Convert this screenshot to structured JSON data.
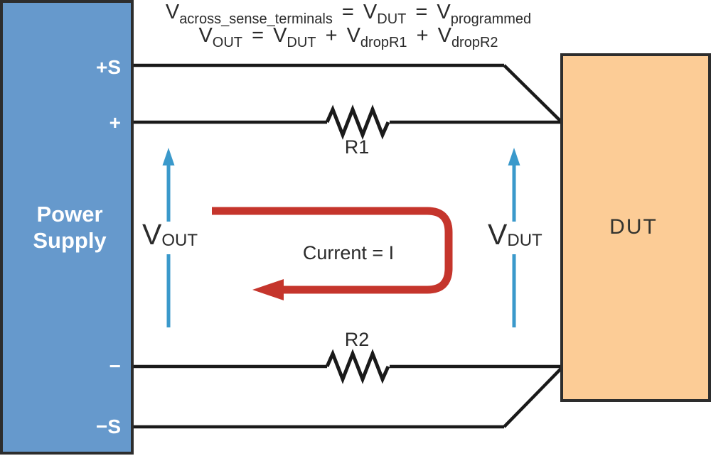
{
  "formulas": {
    "line1": {
      "v1": "V",
      "sub1": "across_sense_terminals",
      "op1": "=",
      "v2": "V",
      "sub2": "DUT",
      "op2": "=",
      "v3": "V",
      "sub3": "programmed"
    },
    "line2": {
      "v1": "V",
      "sub1": "OUT",
      "op1": "=",
      "v2": "V",
      "sub2": "DUT",
      "op2": "+",
      "v3": "V",
      "sub3": "dropR1",
      "op3": "+",
      "v4": "V",
      "sub4": "dropR2"
    }
  },
  "power_supply": {
    "label_line1": "Power",
    "label_line2": "Supply",
    "fill": "#6699CC",
    "terminals": {
      "plus_sense": "+S",
      "plus": "+",
      "minus": "−",
      "minus_sense": "−S"
    }
  },
  "dut": {
    "label": "DUT",
    "fill": "#FCCC96"
  },
  "resistors": {
    "r1": "R1",
    "r2": "R2"
  },
  "annotations": {
    "vout": {
      "main": "V",
      "sub": "OUT"
    },
    "vdut": {
      "main": "V",
      "sub": "DUT"
    },
    "current": "Current = I"
  },
  "colors": {
    "wire": "#1A1A1A",
    "box_border": "#2D2D2D",
    "arrow_blue": "#3A99CB",
    "current_red": "#C5352C",
    "text_dark": "#2B2B2B"
  }
}
